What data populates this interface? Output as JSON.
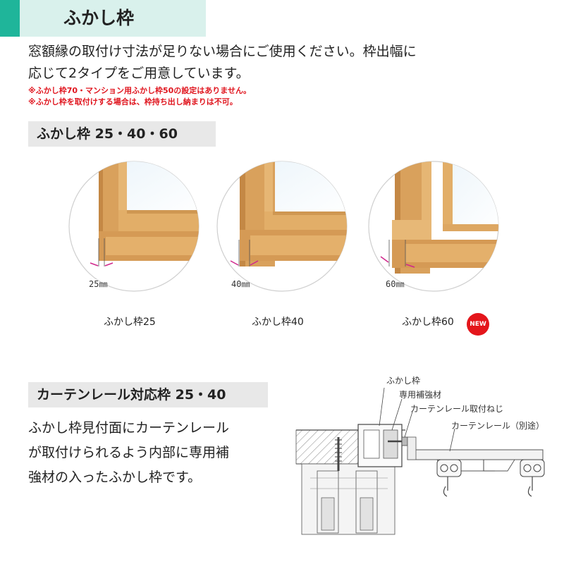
{
  "header": {
    "title": "ふかし枠"
  },
  "intro": {
    "line1": "窓額縁の取付け寸法が足りない場合にご使用ください。枠出幅に",
    "line2": "応じて2タイプをご用意しています。"
  },
  "notes": [
    "※ふかし枠70・マンション用ふかし枠50の設定はありません。",
    "※ふかし枠を取付けする場合は、枠持ち出し納まりは不可。"
  ],
  "section1": {
    "title": "ふかし枠 25・40・60",
    "items": [
      {
        "dimension": "25㎜",
        "caption": "ふかし枠25"
      },
      {
        "dimension": "40㎜",
        "caption": "ふかし枠40"
      },
      {
        "dimension": "60㎜",
        "caption": "ふかし枠60",
        "badge": "NEW"
      }
    ]
  },
  "section2": {
    "title": "カーテンレール対応枠 25・40",
    "desc_lines": [
      "ふかし枠見付面にカーテンレール",
      "が取付けられるよう内部に専用補",
      "強材の入ったふかし枠です。"
    ],
    "diagram_labels": {
      "fukashi": "ふかし枠",
      "reinforcement": "専用補強材",
      "screw": "カーテンレール取付ねじ",
      "rail": "カーテンレール（別途）"
    }
  },
  "colors": {
    "accent": "#1fb59a",
    "title_band": "#d9f1ec",
    "note_red": "#e0161f",
    "wood": "#d9a15c",
    "badge": "#e4161b",
    "arrow": "#d0278c"
  }
}
